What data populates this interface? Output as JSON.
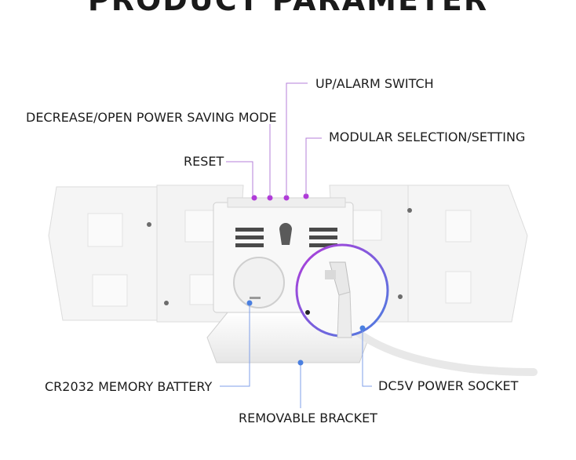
{
  "header": {
    "title": "PRODUCT PARAMETER"
  },
  "labels": {
    "up_alarm": "UP/ALARM SWITCH",
    "decrease": "DECREASE/OPEN POWER SAVING MODE",
    "modular": "MODULAR SELECTION/SETTING",
    "reset": "RESET",
    "battery": "CR2032 MEMORY BATTERY",
    "socket": "DC5V POWER SOCKET",
    "bracket": "REMOVABLE BRACKET"
  },
  "colors": {
    "accent_purple": "#b03bd9",
    "accent_blue": "#4a7fe0",
    "leader_line": "#b57fd8",
    "text": "#1c1c1c"
  }
}
